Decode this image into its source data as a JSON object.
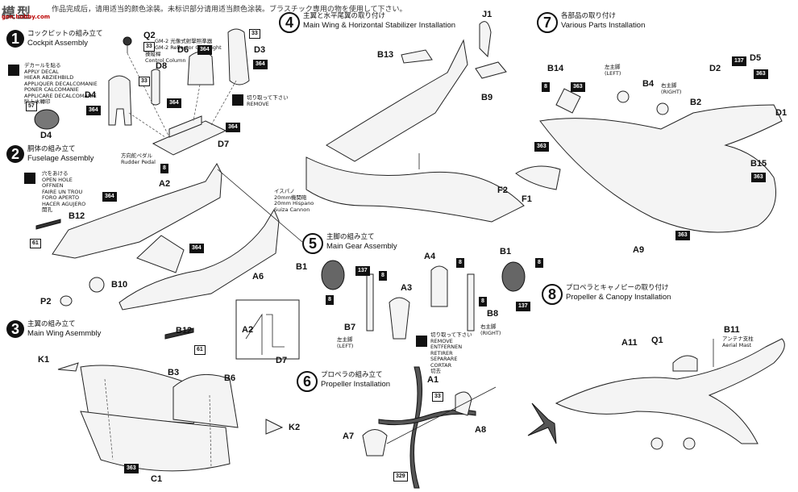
{
  "watermark": {
    "logo": "模型",
    "site": "gen.hobby.com",
    "note": "作品完成后，请用适当的颜色涂装。未标识部分请用适当颜色涂装。ブラスチック専用の物を使用して下さい。"
  },
  "steps": [
    {
      "n": "1",
      "jp": "コックピットの組み立て",
      "en": "Cockpit Assembly",
      "style": "filled"
    },
    {
      "n": "2",
      "jp": "胴体の組み立て",
      "en": "Fuselage Assembly",
      "style": "filled"
    },
    {
      "n": "3",
      "jp": "主翼の組み立て",
      "en": "Main Wing Asemmbly",
      "style": "filled"
    },
    {
      "n": "4",
      "jp": "主翼と水平尾翼の取り付け",
      "en": "Main Wing & Horizontal Stabilizer Installation",
      "style": "outline"
    },
    {
      "n": "5",
      "jp": "主脚の組み立て",
      "en": "Main Gear Assembly",
      "style": "outline"
    },
    {
      "n": "6",
      "jp": "プロペラの組み立て",
      "en": "Propeller Installation",
      "style": "outline"
    },
    {
      "n": "7",
      "jp": "各部品の取り付け",
      "en": "Various Parts Installation",
      "style": "outline"
    },
    {
      "n": "8",
      "jp": "プロペラとキャノピーの取り付け",
      "en": "Propeller & Canopy Installation",
      "style": "outline"
    }
  ],
  "decal_note": [
    "デカールを貼る",
    "APPLY DECAL",
    "HIEAR ABZIEHBILD",
    "APPLIQUER DECALCOMANIE",
    "PONER CALCOMANIE",
    "APPLICARE DECALCOMANIE",
    "貼上水轉印"
  ],
  "hole_note": [
    "穴をあける",
    "OPEN HOLE",
    "OFFNEN",
    "FAIRE UN TROU",
    "FORO APERTO",
    "HACER AGUJERO",
    "開孔"
  ],
  "remove_note": [
    "切り取って下さい",
    "REMOVE"
  ],
  "remove_note2": [
    "切り取って下さい",
    "REMOVE",
    "ENTFERNEN",
    "RETIRER",
    "SEPARARE",
    "CORTAR",
    "切去"
  ],
  "gunsight": [
    "GM-2 光像式射撃照準器",
    "GM-2 Reflector Gun-Sight"
  ],
  "control_column": [
    "操縦桿",
    "Control Column"
  ],
  "rudder_pedal": [
    "方向舵ペダル",
    "Rudder Pedal"
  ],
  "cannon": [
    "イスパノ",
    "20mm機関砲",
    "20mm Hispano",
    "Suiza Cannon"
  ],
  "left_gear": [
    "左主脚",
    "(LEFT)"
  ],
  "right_gear": [
    "右主脚",
    "(RIGHT)"
  ],
  "aerial": [
    "アンテナ支柱",
    "Aerial Mast"
  ],
  "labels": {
    "q2": "Q2",
    "d6": "D6",
    "d3": "D3",
    "d8": "D8",
    "d4a": "D4",
    "d4b": "D4",
    "d7": "D7",
    "a2": "A2",
    "b12a": "B12",
    "b10": "B10",
    "p2": "P2",
    "a6": "A6",
    "a2b": "A2",
    "d7b": "D7",
    "b12b": "B12",
    "k1": "K1",
    "b3": "B3",
    "b6": "B6",
    "k2": "K2",
    "c1": "C1",
    "j1": "J1",
    "b13": "B13",
    "b9": "B9",
    "b1a": "B1",
    "a4": "A4",
    "a3": "A3",
    "b1b": "B1",
    "b7": "B7",
    "b8": "B8",
    "a1": "A1",
    "a7": "A7",
    "a8": "A8",
    "b14": "B14",
    "b4": "B4",
    "b2": "B2",
    "d2": "D2",
    "d5": "D5",
    "d1": "D1",
    "f2": "F2",
    "f1": "F1",
    "b15": "B15",
    "a9": "A9",
    "a11": "A11",
    "q1": "Q1",
    "b11": "B11"
  },
  "codes": [
    "33",
    "57",
    "364",
    "8",
    "61",
    "137",
    "363",
    "329"
  ]
}
